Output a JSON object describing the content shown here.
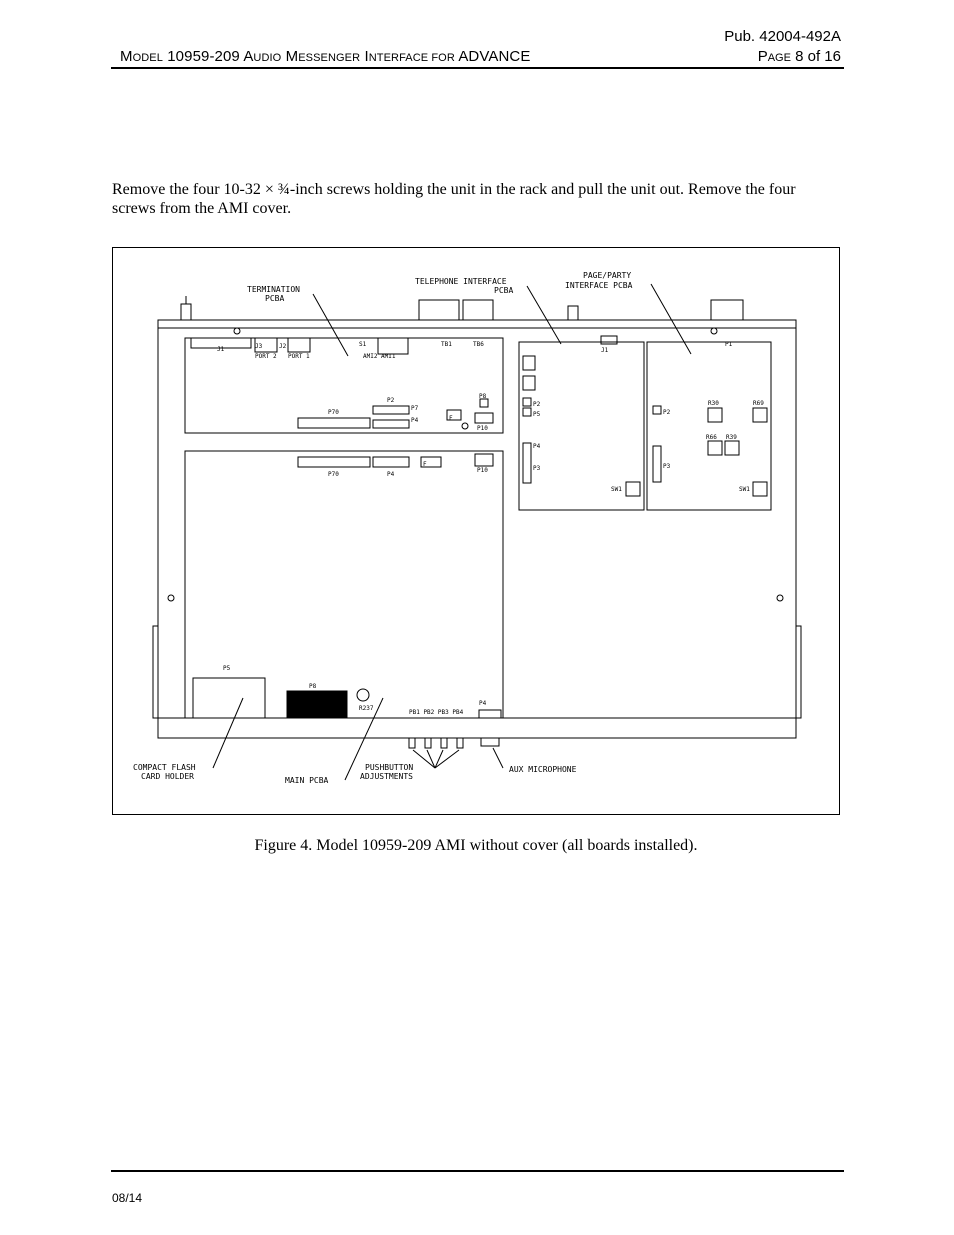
{
  "header": {
    "pub": "Pub. 42004-492A",
    "title_parts": {
      "m": "M",
      "odel": "odel",
      "model_no": " 10959-209 ",
      "a": "A",
      "udio": "udio",
      "space1": " ",
      "m2": "M",
      "essenger": "essenger",
      "space2": " ",
      "i": "I",
      "nterface_for": "nterface for",
      "advance": " ADVANCE"
    },
    "page_p": "P",
    "page_age": "age",
    "page_num": " 8 of 16"
  },
  "body": {
    "paragraph": "Remove the four 10-32 × ¾-inch screws holding the unit in the rack and pull the unit out.  Remove the four screws from the AMI cover."
  },
  "figure": {
    "caption": "Figure 4.  Model 10959-209 AMI without cover (all boards installed).",
    "callouts": {
      "termination_1": "TERMINATION",
      "termination_2": "PCBA",
      "telephone_1": "TELEPHONE INTERFACE",
      "telephone_2": "PCBA",
      "pageparty_1": "PAGE/PARTY",
      "pageparty_2": "INTERFACE PCBA",
      "cf_1": "COMPACT FLASH",
      "cf_2": "CARD HOLDER",
      "main": "MAIN PCBA",
      "pb_1": "PUSHBUTTON",
      "pb_2": "ADJUSTMENTS",
      "aux": "AUX MICROPHONE"
    },
    "labels": {
      "j1": "J1",
      "j3": "J3",
      "j2": "J2",
      "port2": "PORT 2",
      "port1": "PORT 1",
      "s1": "S1",
      "ami2ami1": "AMI2  AMI1",
      "tb1": "TB1",
      "tb6": "TB6",
      "p70a": "P70",
      "p2": "P2",
      "p7": "P7",
      "p4a": "P4",
      "p8": "P8",
      "p10a": "P10",
      "p70b": "P70",
      "p4b": "P4",
      "p10b": "P10",
      "tj1": "J1",
      "p5": "P5",
      "p8b": "P8",
      "r237": "R237",
      "pb": "PB1  PB2  PB3  PB4",
      "p4c": "P4",
      "tp2": "P2",
      "tp5": "P5",
      "tp4": "P4",
      "tp3": "P3",
      "tsw1": "SW1",
      "pp1": "P1",
      "pp2": "P2",
      "r30": "R30",
      "r69": "R69",
      "r66": "R66",
      "r39": "R39",
      "pp3": "P3",
      "psw1": "SW1",
      "f1": "F",
      "f2": "F"
    }
  }
}
